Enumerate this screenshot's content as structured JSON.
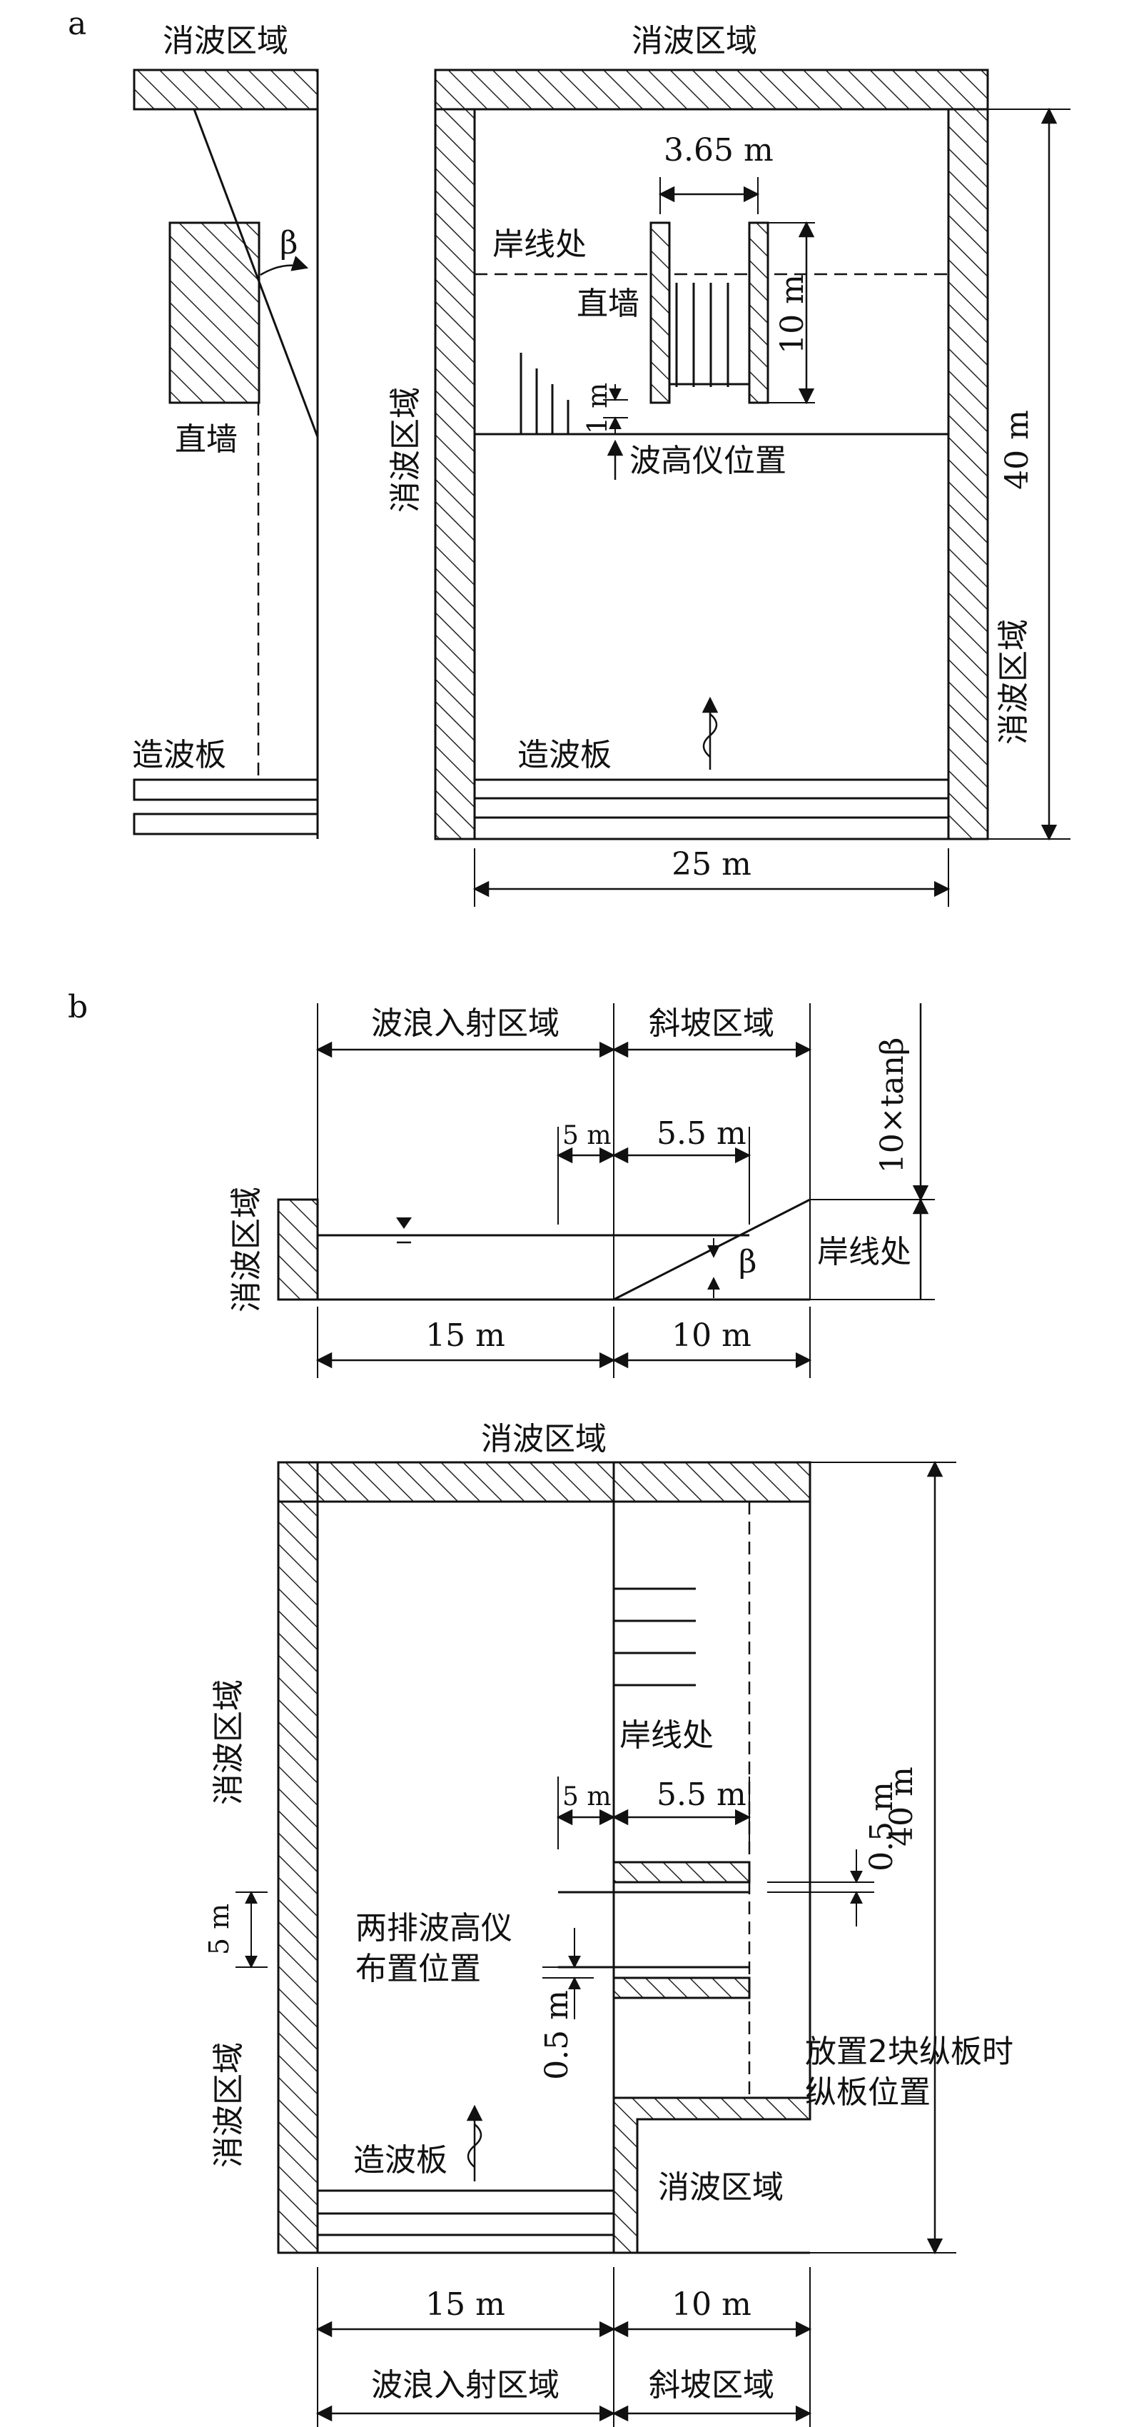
{
  "panel_a": {
    "label": "a",
    "side_top": "消波区域",
    "side_wall": "直墙",
    "side_beta": "β",
    "side_wavemaker": "造波板",
    "main_top": "消波区域",
    "main_left": "消波区域",
    "main_right": "消波区域",
    "dim_gap": "3.65 m",
    "shoreline": "岸线处",
    "wall": "直墙",
    "dim_wall_len": "10 m",
    "dim_gauge": "1 m",
    "gauge_pos": "波高仪位置",
    "wavemaker": "造波板",
    "dim_width": "25 m",
    "dim_height": "40 m"
  },
  "panel_b": {
    "label": "b",
    "incident_zone": "波浪入射区域",
    "slope_zone": "斜坡区域",
    "dim_5m": "5 m",
    "dim_55m": "5.5 m",
    "dim_slope_h": "10×tanβ",
    "left_absorb": "消波区域",
    "beta": "β",
    "shoreline": "岸线处",
    "dim_15m": "15 m",
    "dim_10m": "10 m",
    "plan_top": "消波区域",
    "plan_shoreline": "岸线处",
    "plan_dim_5m": "5 m",
    "plan_dim_55m": "5.5 m",
    "plan_dim_05m_right": "0.5 m",
    "plan_dim_40m": "40 m",
    "plan_left_absorb_1": "消波区域",
    "plan_dim_5m_left": "5 m",
    "gauges_line1": "两排波高仪",
    "gauges_line2": "布置位置",
    "plan_dim_05m_left": "0.5 m",
    "plates_line1": "放置2块纵板时",
    "plates_line2": "纵板位置",
    "plan_left_absorb_2": "消波区域",
    "plan_wavemaker": "造波板",
    "plan_corner_absorb": "消波区域",
    "bottom_15m": "15 m",
    "bottom_10m": "10 m",
    "bottom_incident": "波浪入射区域",
    "bottom_slope": "斜坡区域"
  }
}
